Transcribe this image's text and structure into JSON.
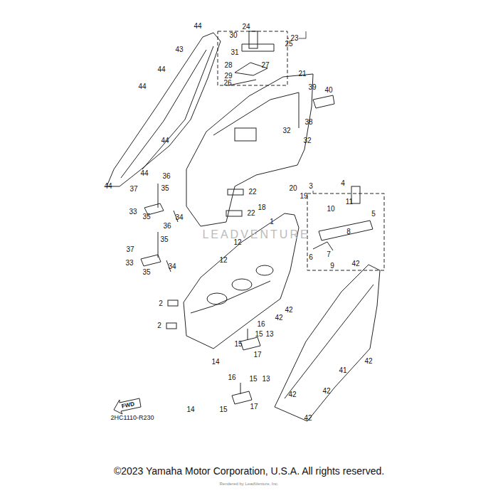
{
  "diagram": {
    "labels": [
      "44",
      "30",
      "24",
      "23",
      "25",
      "43",
      "31",
      "28",
      "27",
      "29",
      "26",
      "21",
      "44",
      "44",
      "39",
      "40",
      "38",
      "32",
      "32",
      "44",
      "44",
      "44",
      "36",
      "35",
      "37",
      "22",
      "3",
      "4",
      "20",
      "19",
      "18",
      "11",
      "5",
      "33",
      "35",
      "34",
      "22",
      "10",
      "36",
      "35",
      "37",
      "12",
      "8",
      "12",
      "1",
      "6",
      "7",
      "9",
      "33",
      "34",
      "35",
      "42",
      "2",
      "42",
      "2",
      "42",
      "16",
      "15",
      "13",
      "15",
      "14",
      "17",
      "42",
      "41",
      "16",
      "15",
      "13",
      "42",
      "14",
      "15",
      "17",
      "42",
      "42",
      "FWD",
      "2HC1110-R230",
      "LEADVENTURE",
      "Rendered by LeadVenture, Inc.",
      "©2023 Yamaha Motor Corporation, U.S.A. All rights reserved."
    ]
  }
}
